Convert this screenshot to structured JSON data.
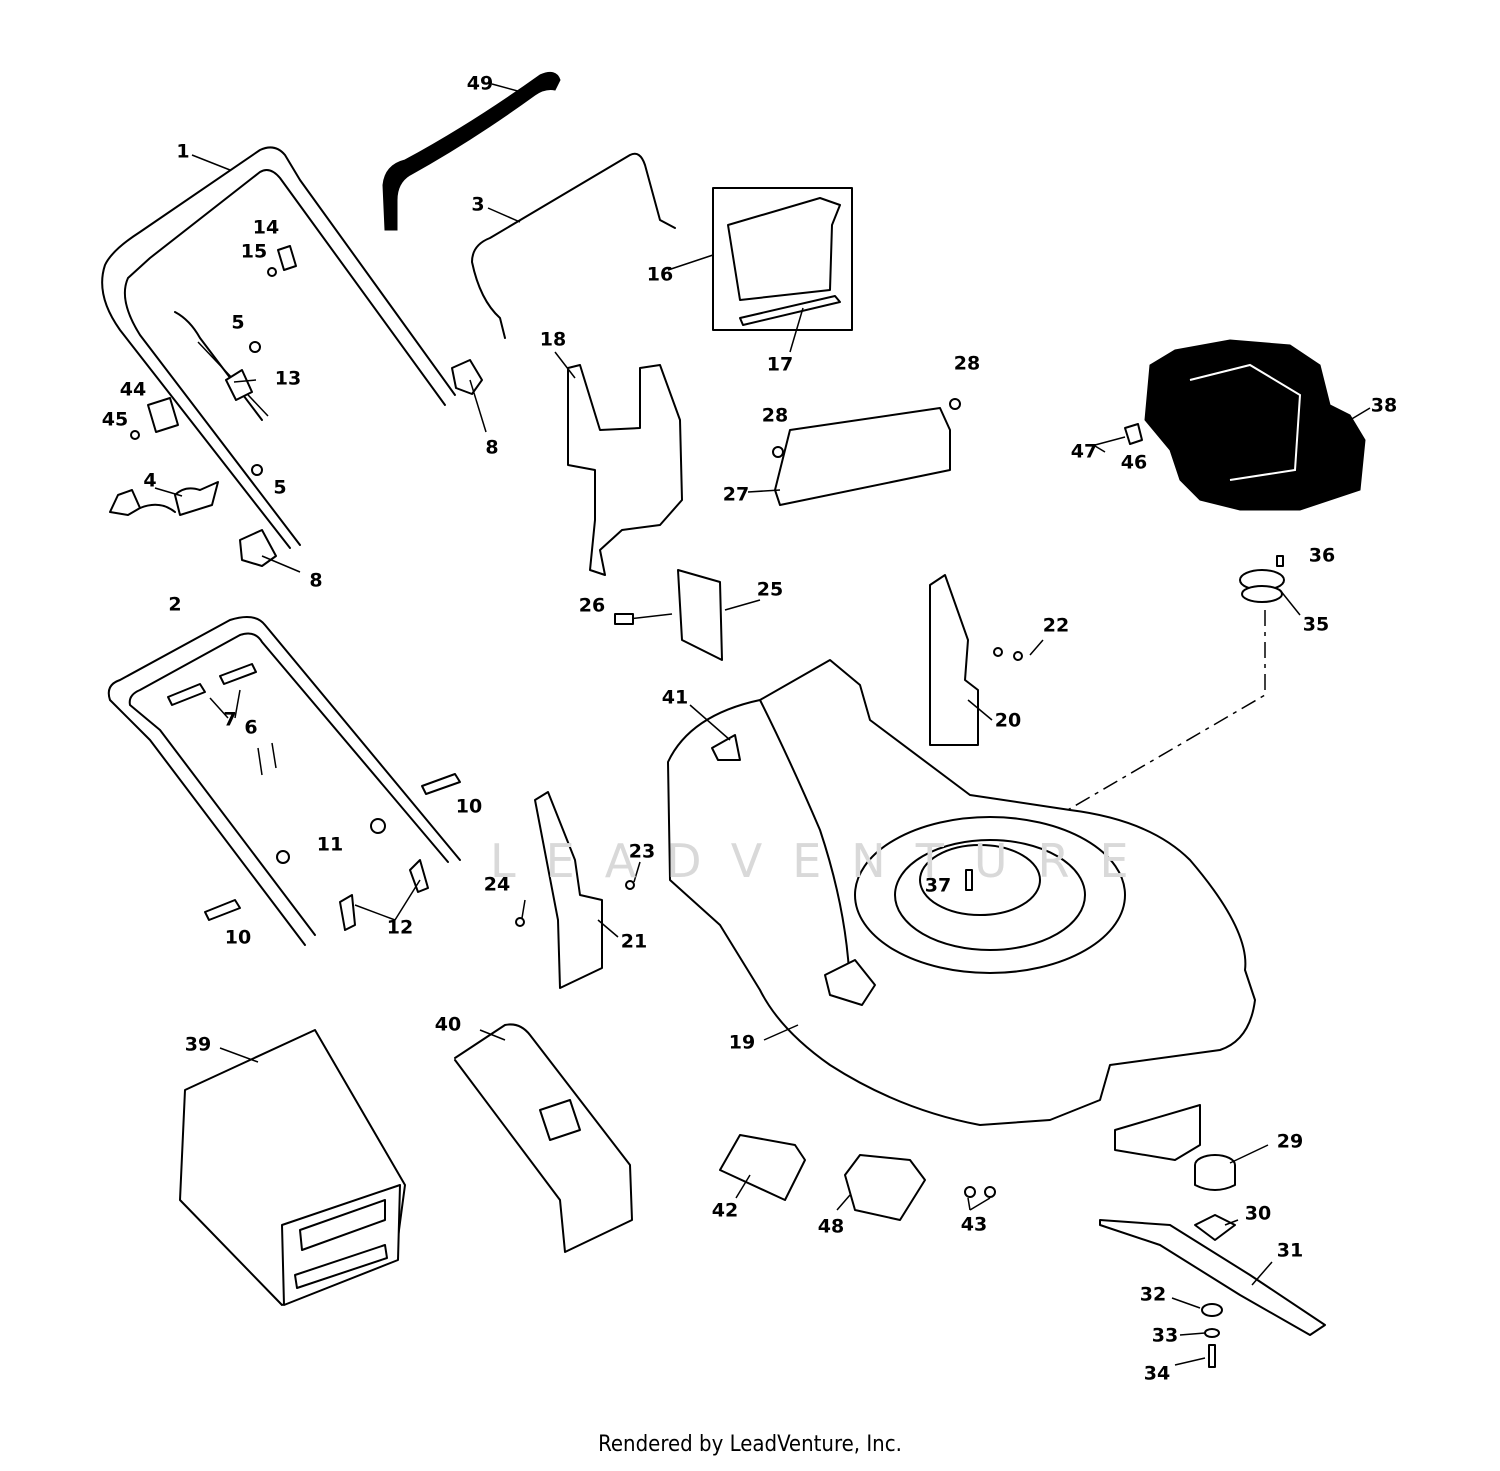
{
  "footer_text": "Rendered by LeadVenture, Inc.",
  "watermark_text": "LEADVENTURE",
  "callouts": [
    "1",
    "2",
    "3",
    "4",
    "5",
    "5",
    "6",
    "7",
    "8",
    "8",
    "10",
    "10",
    "11",
    "12",
    "13",
    "14",
    "15",
    "16",
    "17",
    "18",
    "19",
    "20",
    "21",
    "22",
    "23",
    "24",
    "25",
    "26",
    "27",
    "28",
    "28",
    "29",
    "30",
    "31",
    "32",
    "33",
    "34",
    "35",
    "36",
    "37",
    "38",
    "39",
    "40",
    "41",
    "42",
    "43",
    "44",
    "45",
    "46",
    "47",
    "48",
    "49"
  ]
}
